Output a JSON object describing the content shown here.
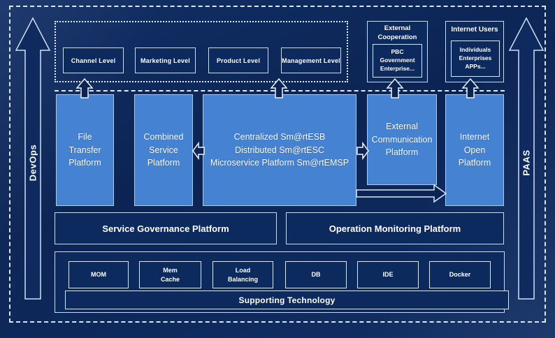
{
  "side_rails": {
    "left_label": "DevOps",
    "right_label": "PAAS"
  },
  "business_levels": {
    "items": [
      {
        "label": "Channel Level"
      },
      {
        "label": "Marketing Level"
      },
      {
        "label": "Product Level"
      },
      {
        "label": "Management Level"
      }
    ]
  },
  "external_cooperation": {
    "title": "External\nCooperation",
    "members": "PBC Government\nEnterprise..."
  },
  "internet_users": {
    "title": "Internet Users",
    "members": "Individuals\nEnterprises\nAPPs..."
  },
  "platforms": {
    "file_transfer": "File\nTransfer\nPlatform",
    "combined_service": "Combined\nService\nPlatform",
    "central_esb": "Centralized Sm@rtESB\nDistributed Sm@rtESC\nMicroservice Platform Sm@rtEMSP",
    "external_communication": "External\nCommunication\nPlatform",
    "internet_open": "Internet\nOpen\nPlatform"
  },
  "governance_row": {
    "service_governance": "Service Governance Platform",
    "operation_monitoring": "Operation Monitoring Platform"
  },
  "supporting": {
    "items": [
      {
        "label": "MOM"
      },
      {
        "label": "Mem\nCache"
      },
      {
        "label": "Load\nBalancing"
      },
      {
        "label": "DB"
      },
      {
        "label": "IDE"
      },
      {
        "label": "Docker"
      }
    ],
    "banner": "Supporting Technology"
  },
  "colors": {
    "background": "#0b2454",
    "panel_fill": "#0d2a5e",
    "platform_fill": "#4583d2",
    "border_light": "#c9dcf4",
    "text": "#ffffff"
  }
}
